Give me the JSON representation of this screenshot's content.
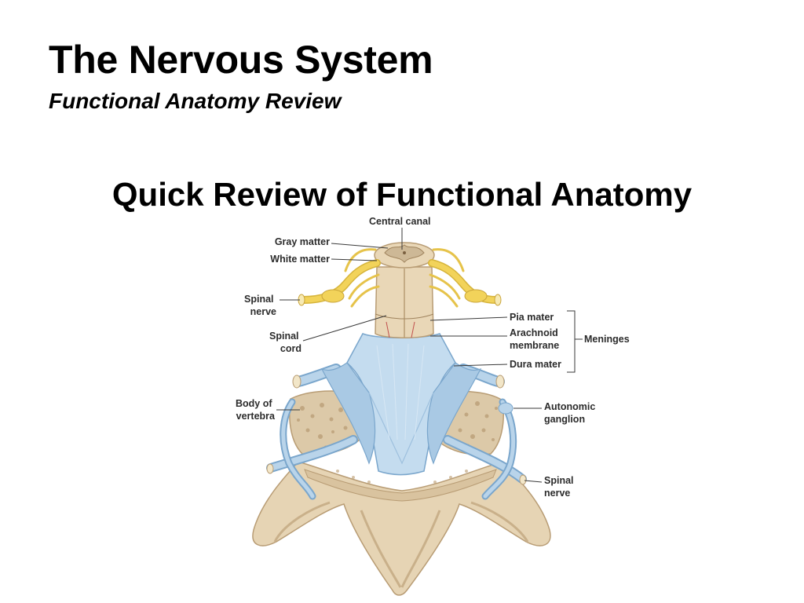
{
  "slide": {
    "title": "The Nervous System",
    "subtitle": "Functional Anatomy Review",
    "heading": "Quick Review of Functional Anatomy"
  },
  "figure": {
    "labels": {
      "central_canal": "Central canal",
      "gray_matter": "Gray matter",
      "white_matter": "White matter",
      "spinal_nerve_left": [
        "Spinal",
        "nerve"
      ],
      "spinal_cord": [
        "Spinal",
        "cord"
      ],
      "body_of_vertebra": [
        "Body of",
        "vertebra"
      ],
      "pia_mater": "Pia mater",
      "arachnoid_membrane": [
        "Arachnoid",
        "membrane"
      ],
      "dura_mater": "Dura mater",
      "meninges": "Meninges",
      "autonomic_ganglion": [
        "Autonomic",
        "ganglion"
      ],
      "spinal_nerve_right": [
        "Spinal",
        "nerve"
      ]
    },
    "colors": {
      "bone": "#e6d4b4",
      "bone_dark": "#c9b08a",
      "dura": "#b9d4ea",
      "dura_dark": "#7aa6cc",
      "nerve": "#f2d35a",
      "cord": "#e9d7b7",
      "gray_matter": "#cdb896"
    }
  }
}
